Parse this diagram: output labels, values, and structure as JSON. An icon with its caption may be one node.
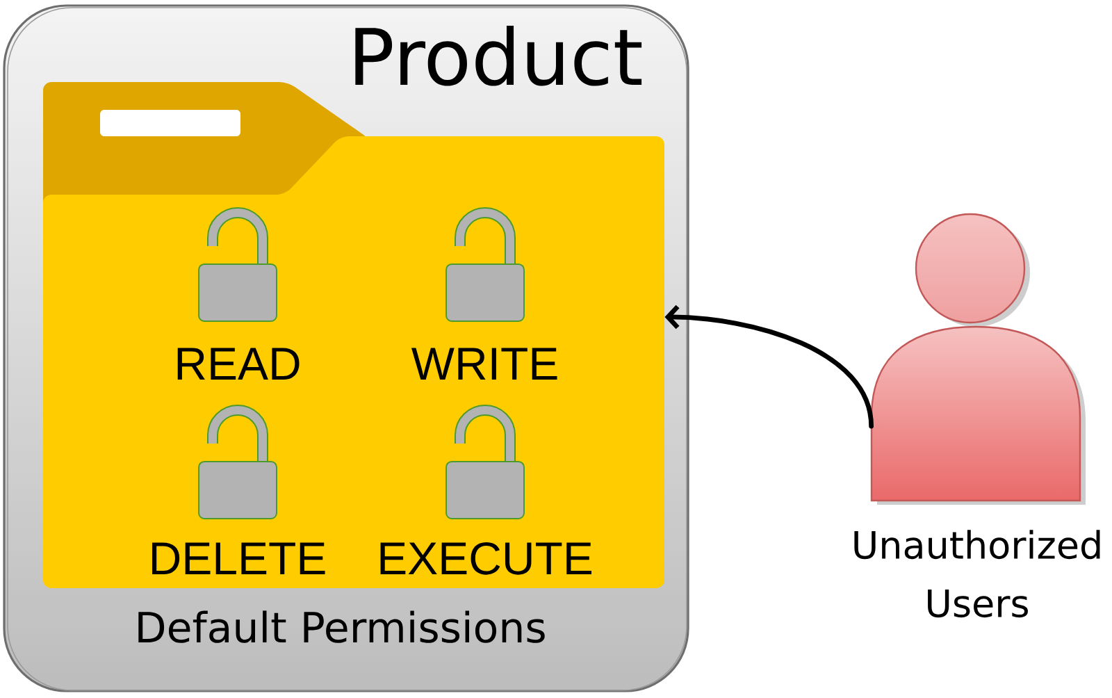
{
  "diagram": {
    "nodes": [
      {
        "text": [
          "Product",
          "Default Permissions"
        ]
      },
      {
        "text": [],
        "shape": "picture",
        "in": 0
      },
      {
        "text": [],
        "shape": "person",
        "beside": [
          "Unauthorized Users"
        ]
      }
    ],
    "edges": [
      {
        "from": 2,
        "to": 1,
        "arrow": "to"
      }
    ],
    "labels": [
      "READ",
      "WRITE",
      "DELETE",
      "EXECUTE"
    ]
  }
}
